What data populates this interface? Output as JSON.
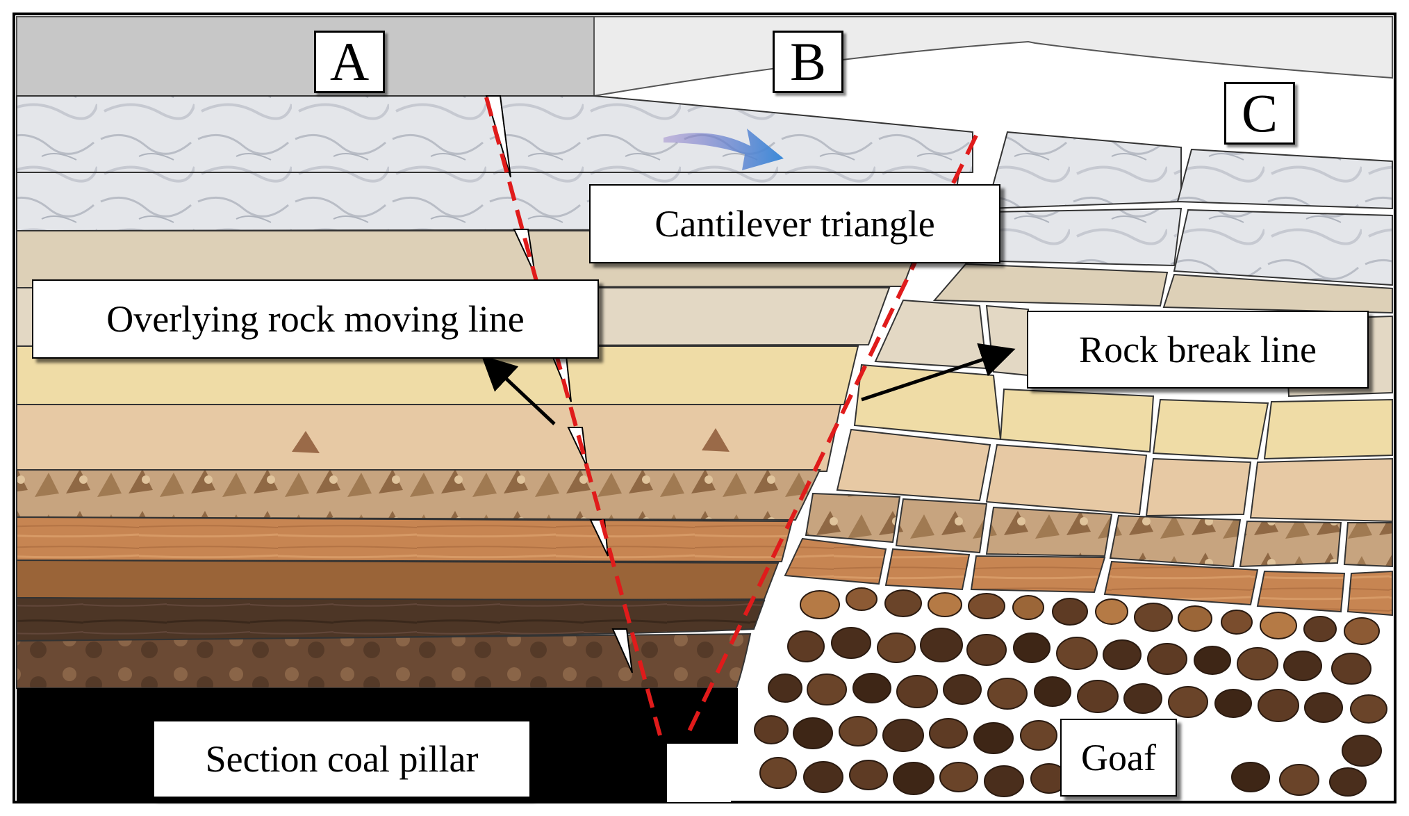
{
  "zones": {
    "a": "A",
    "b": "B",
    "c": "C"
  },
  "labels": {
    "cantilever": "Cantilever triangle",
    "overlying": "Overlying rock moving line",
    "rock_break": "Rock break line",
    "coal_pillar": "Section coal pillar",
    "goaf": "Goaf"
  },
  "colors": {
    "marble": "#e6e8ec",
    "sandstone_light": "#ddcfb6",
    "yellow_layer": "#efdca8",
    "tan_layer": "#e6c8a4",
    "brown_mottled": "#b89470",
    "orange_wood": "#c98a55",
    "dark_brown": "#4a3324",
    "coal": "#000000",
    "break_line": "#e01b1b",
    "arrow_blue": "#3a7fd0"
  }
}
